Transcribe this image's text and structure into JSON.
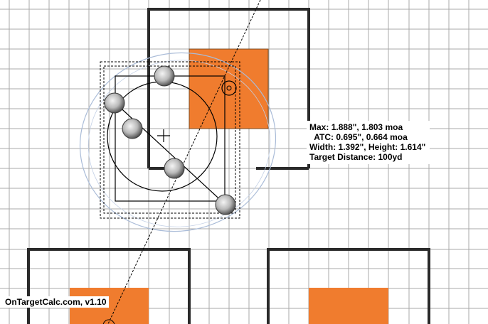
{
  "app": {
    "version_label": "OnTargetCalc.com, v1.10"
  },
  "colors": {
    "grid_line": "#a9a9a9",
    "target_border": "#2a2a2a",
    "target_fill": "#f07c2e",
    "pencil_mark": "#aabcd8",
    "overlay": "#000000"
  },
  "stats": {
    "max_label": "Max:",
    "max_value": "1.888\", 1.803 moa",
    "atc_label": "ATC:",
    "atc_value": "0.695\", 0.664 moa",
    "size_label": "Width: 1.392\", Height: 1.614\"",
    "distance_label": "Target Distance: 100yd"
  },
  "shots": [
    {
      "id": 1,
      "name": "shot-hole-1"
    },
    {
      "id": 2,
      "name": "shot-hole-2"
    },
    {
      "id": 3,
      "name": "shot-hole-3"
    },
    {
      "id": 4,
      "name": "shot-hole-4"
    },
    {
      "id": 5,
      "name": "shot-hole-5"
    }
  ]
}
